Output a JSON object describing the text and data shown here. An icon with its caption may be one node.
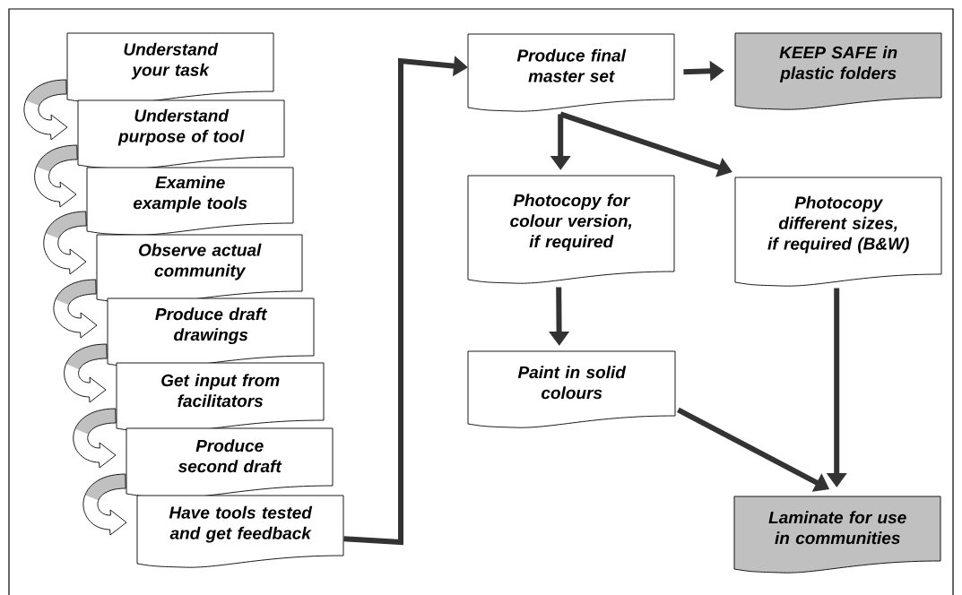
{
  "diagram": {
    "nodes": [
      {
        "text": [
          "Understand your task"
        ]
      },
      {
        "text": [
          "Understand purpose of tool"
        ]
      },
      {
        "text": [
          "Examine example tools"
        ]
      },
      {
        "text": [
          "Observe actual community"
        ]
      },
      {
        "text": [
          "Produce draft drawings"
        ]
      },
      {
        "text": [
          "Get input from facilitators"
        ]
      },
      {
        "text": [
          "Produce second draft"
        ]
      },
      {
        "text": [
          "Have tools tested and get feedback"
        ]
      },
      {
        "text": [
          "Produce final master set"
        ]
      },
      {
        "text": [
          "KEEP SAFE in plastic folders"
        ]
      },
      {
        "text": [
          "Photocopy for colour version, if required"
        ]
      },
      {
        "text": [
          "Photocopy different sizes, if required (B&W)"
        ]
      },
      {
        "text": [
          "Paint in solid colours"
        ]
      },
      {
        "text": [
          "Laminate for use in communities"
        ]
      }
    ],
    "edges": [
      {
        "from": 0,
        "to": 1,
        "arrow": "to"
      },
      {
        "from": 1,
        "to": 2,
        "arrow": "to"
      },
      {
        "from": 2,
        "to": 3,
        "arrow": "to"
      },
      {
        "from": 3,
        "to": 4,
        "arrow": "to"
      },
      {
        "from": 4,
        "to": 5,
        "arrow": "to"
      },
      {
        "from": 5,
        "to": 6,
        "arrow": "to"
      },
      {
        "from": 6,
        "to": 7,
        "arrow": "to"
      },
      {
        "from": 7,
        "to": 8,
        "arrow": "to"
      },
      {
        "from": 8,
        "to": 9,
        "arrow": "to"
      },
      {
        "from": 8,
        "to": 10,
        "arrow": "to"
      },
      {
        "from": 8,
        "to": 11,
        "arrow": "to"
      },
      {
        "from": 10,
        "to": 12,
        "arrow": "to"
      },
      {
        "from": 11,
        "to": 13,
        "arrow": "to"
      },
      {
        "from": 12,
        "to": 13,
        "arrow": "to"
      }
    ]
  }
}
